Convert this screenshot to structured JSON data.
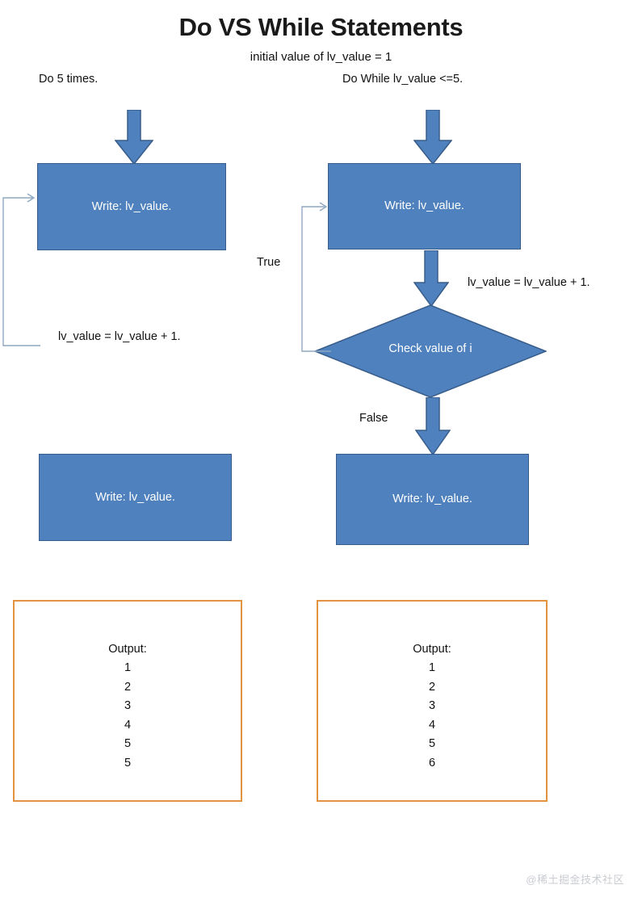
{
  "page": {
    "title": "Do VS While Statements",
    "subtitle": "initial value of lv_value = 1",
    "watermark": "@稀土掘金技术社区"
  },
  "colors": {
    "shape_fill": "#4E81BD",
    "shape_border": "#385D8A",
    "shape_text": "#FFFFFF",
    "output_border": "#E2933E",
    "connector": "#8EA9C1",
    "background": "#FFFFFF"
  },
  "columns": {
    "left": {
      "heading": "Do 5 times.",
      "process_top": "Write: lv_value.",
      "increment_note": "lv_value = lv_value + 1.",
      "process_bottom": "Write: lv_value.",
      "output": {
        "label": "Output:",
        "values": [
          "1",
          "2",
          "3",
          "4",
          "5",
          "5"
        ]
      }
    },
    "right": {
      "heading": "Do While lv_value <=5.",
      "process_top": "Write:  lv_value.",
      "increment_note": "lv_value = lv_value + 1.",
      "decision": "Check value of i",
      "branch_true": "True",
      "branch_false": "False",
      "process_bottom": "Write: lv_value.",
      "output": {
        "label": "Output:",
        "values": [
          "1",
          "2",
          "3",
          "4",
          "5",
          "6"
        ]
      }
    }
  },
  "chart_data": {
    "type": "diagram",
    "title": "Do VS While Statements",
    "subtitle": "initial value of lv_value = 1",
    "flows": [
      {
        "name": "do-loop",
        "heading": "Do 5 times.",
        "nodes": [
          {
            "id": "L1",
            "shape": "arrow",
            "text": ""
          },
          {
            "id": "L2",
            "shape": "process",
            "text": "Write: lv_value."
          },
          {
            "id": "L3",
            "shape": "note",
            "text": "lv_value = lv_value + 1."
          },
          {
            "id": "L4",
            "shape": "process",
            "text": "Write: lv_value."
          },
          {
            "id": "L5",
            "shape": "output",
            "text": "Output: 1 2 3 4 5 5"
          }
        ],
        "edges": [
          {
            "from": "L1",
            "to": "L2",
            "label": ""
          },
          {
            "from": "L2",
            "to": "L2",
            "label": "loop back"
          }
        ]
      },
      {
        "name": "do-while-loop",
        "heading": "Do While lv_value <=5.",
        "nodes": [
          {
            "id": "R1",
            "shape": "arrow",
            "text": ""
          },
          {
            "id": "R2",
            "shape": "process",
            "text": "Write:  lv_value."
          },
          {
            "id": "R3",
            "shape": "decision",
            "text": "Check value of i"
          },
          {
            "id": "R4",
            "shape": "process",
            "text": "Write: lv_value."
          },
          {
            "id": "R5",
            "shape": "output",
            "text": "Output: 1 2 3 4 5 6"
          }
        ],
        "edges": [
          {
            "from": "R1",
            "to": "R2",
            "label": ""
          },
          {
            "from": "R2",
            "to": "R3",
            "label": "lv_value = lv_value + 1."
          },
          {
            "from": "R3",
            "to": "R2",
            "label": "True"
          },
          {
            "from": "R3",
            "to": "R4",
            "label": "False"
          }
        ]
      }
    ]
  }
}
